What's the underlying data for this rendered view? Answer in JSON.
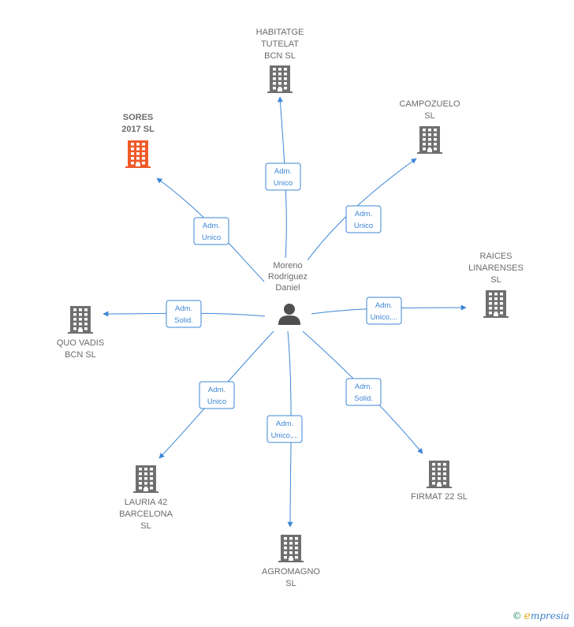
{
  "center": {
    "name_lines": [
      "Moreno",
      "Rodriguez",
      "Daniel"
    ],
    "icon": "person-icon"
  },
  "colors": {
    "edge": "#3d87d6",
    "building": "#6f6f6f",
    "highlight": "#f05a28",
    "person": "#4f4f4f"
  },
  "companies": [
    {
      "id": "habitatge-tutelat-bcn-sl",
      "lines": [
        "HABITATGE",
        "TUTELAT",
        "BCN SL"
      ],
      "role_lines": [
        "Adm.",
        "Unico"
      ],
      "highlight": false,
      "icon": "building-icon"
    },
    {
      "id": "campozuelo-sl",
      "lines": [
        "CAMPOZUELO",
        "SL"
      ],
      "role_lines": [
        "Adm.",
        "Unico"
      ],
      "highlight": false,
      "icon": "building-icon"
    },
    {
      "id": "sores-2017-sl",
      "lines": [
        "SORES",
        "2017  SL"
      ],
      "role_lines": [
        "Adm.",
        "Unico"
      ],
      "highlight": true,
      "icon": "building-icon"
    },
    {
      "id": "raices-linarenses-sl",
      "lines": [
        "RAICES",
        "LINARENSES",
        "SL"
      ],
      "role_lines": [
        "Adm.",
        "Unico,..."
      ],
      "highlight": false,
      "icon": "building-icon"
    },
    {
      "id": "quo-vadis-bcn-sl",
      "lines": [
        "QUO VADIS",
        "BCN  SL"
      ],
      "role_lines": [
        "Adm.",
        "Solid."
      ],
      "highlight": false,
      "icon": "building-icon"
    },
    {
      "id": "firmat-22-sl",
      "lines": [
        "FIRMAT 22  SL"
      ],
      "role_lines": [
        "Adm.",
        "Solid."
      ],
      "highlight": false,
      "icon": "building-icon"
    },
    {
      "id": "lauria-42-barcelona-sl",
      "lines": [
        "LAURIA 42",
        "BARCELONA",
        "SL"
      ],
      "role_lines": [
        "Adm.",
        "Unico"
      ],
      "highlight": false,
      "icon": "building-icon"
    },
    {
      "id": "agromagno-sl",
      "lines": [
        "AGROMAGNO",
        "SL"
      ],
      "role_lines": [
        "Adm.",
        "Unico,..."
      ],
      "highlight": false,
      "icon": "building-icon"
    }
  ],
  "footer": {
    "copyright": "©",
    "brand_initial": "e",
    "brand_rest": "mpresia"
  }
}
